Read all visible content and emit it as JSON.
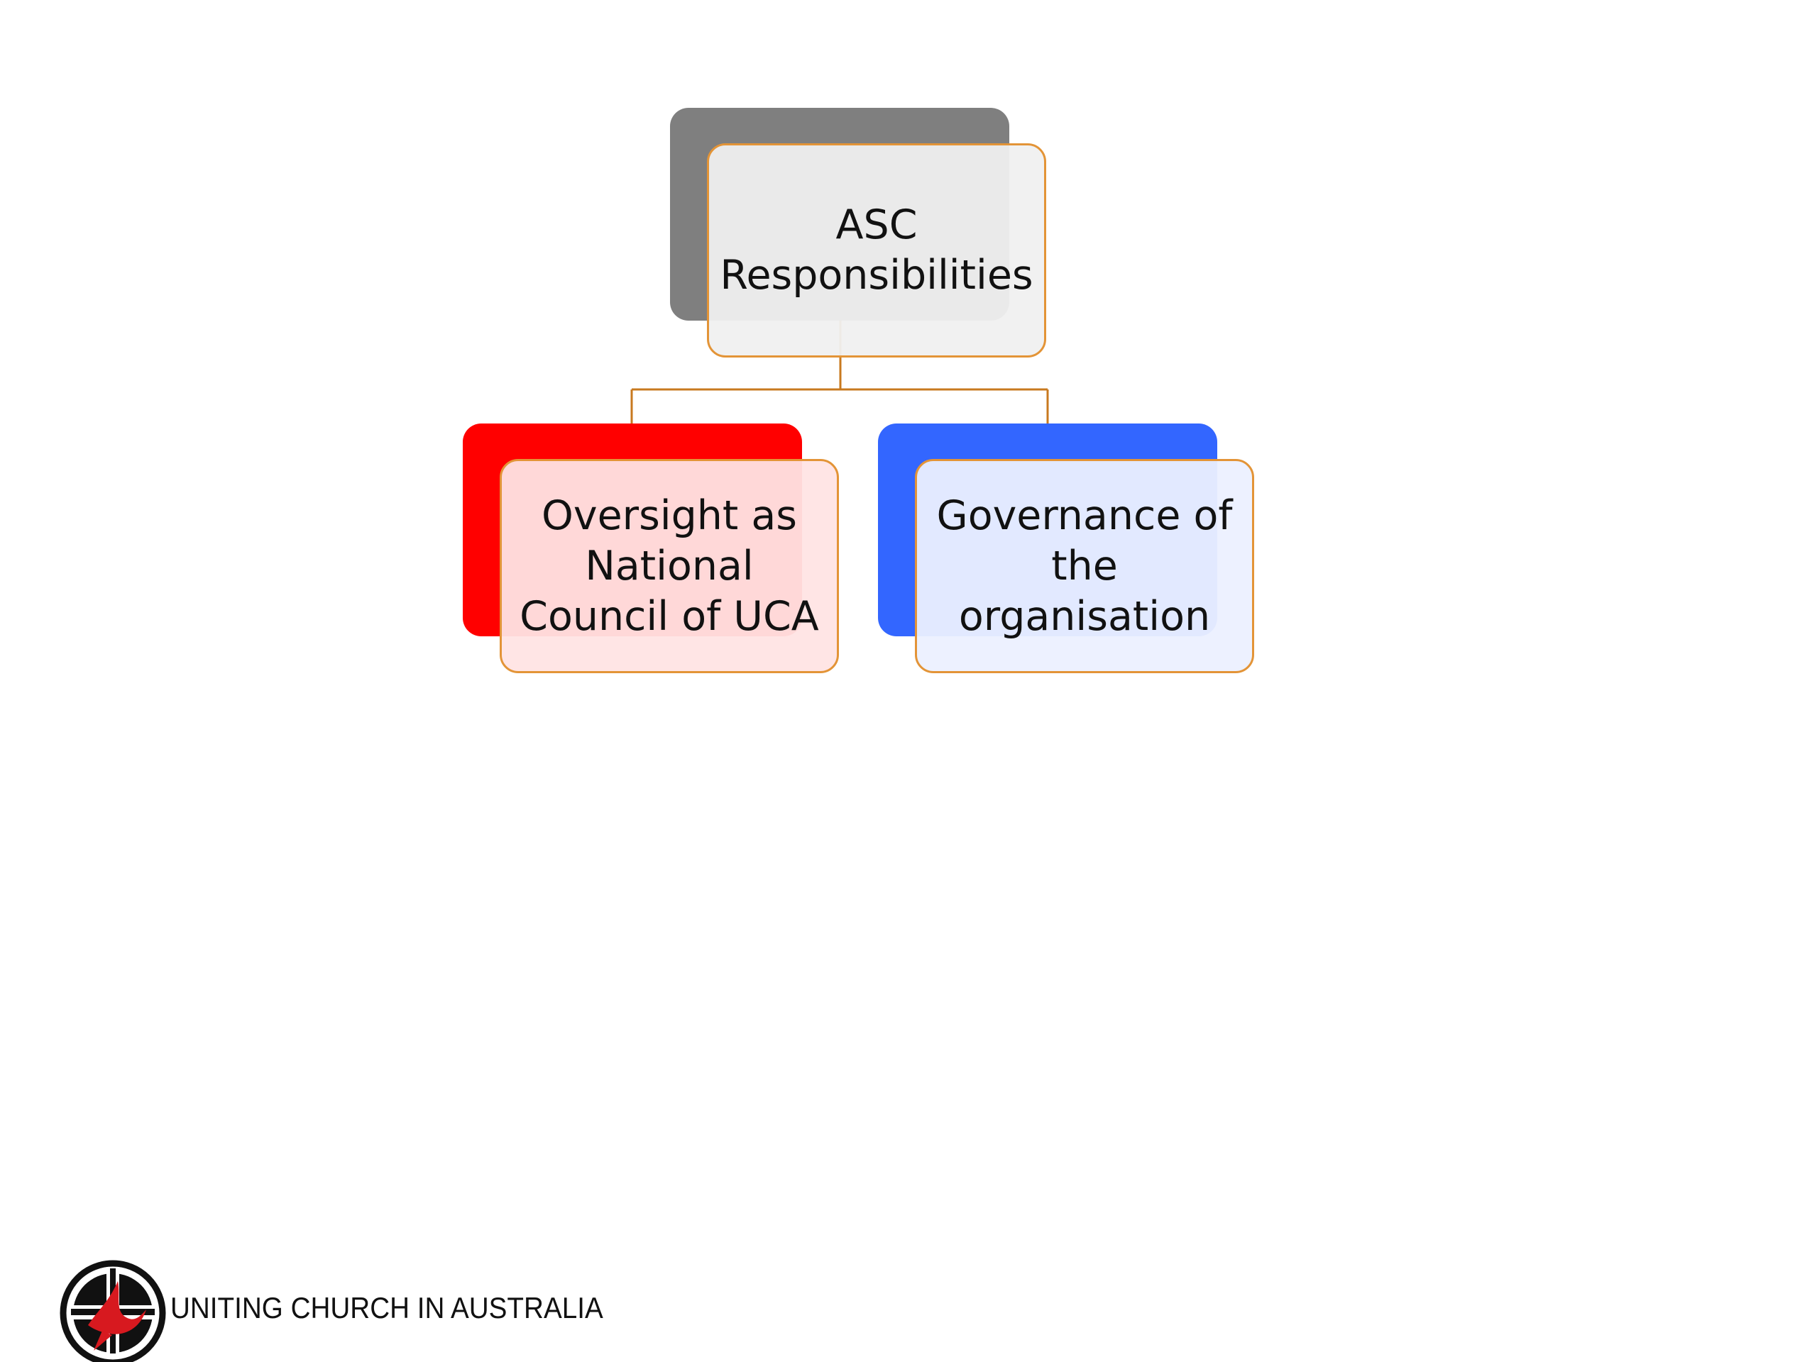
{
  "diagram": {
    "root": {
      "label": "ASC\nResponsibilities",
      "back_color": "#7f7f7f"
    },
    "children": [
      {
        "label": "Oversight as\nNational\nCouncil of UCA",
        "back_color": "#ff0000"
      },
      {
        "label": "Governance of\nthe\norganisation",
        "back_color": "#3366ff"
      }
    ],
    "border_color": "#e39437",
    "connector_color": "#c8791f"
  },
  "footer": {
    "logo_icon": "uniting-church-cross-dove-icon",
    "org_name": "UNITING CHURCH IN AUSTRALIA"
  }
}
